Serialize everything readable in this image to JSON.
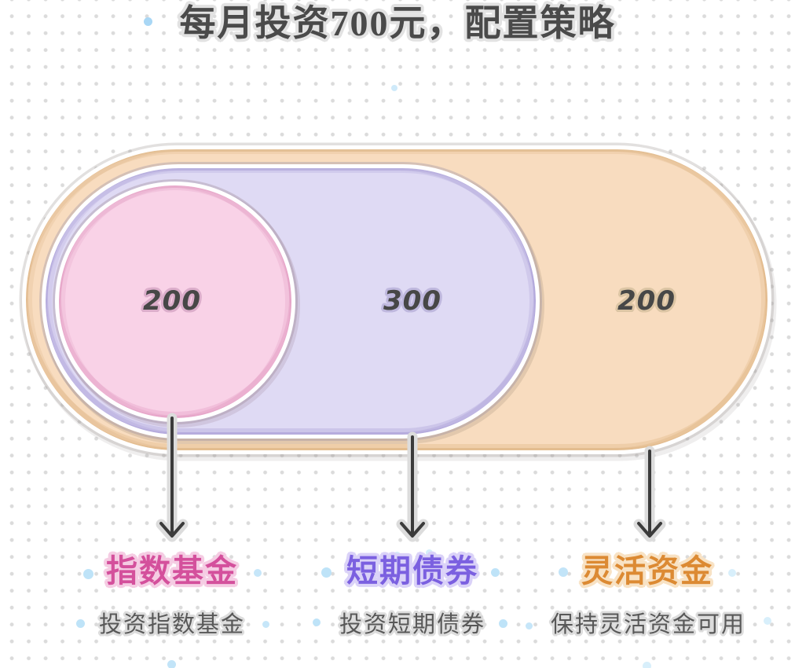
{
  "title": "每月投资700元，配置策略",
  "total_monthly_amount": 700,
  "regions": [
    {
      "id": "index-funds",
      "amount": "200",
      "category": "指数基金",
      "description": "投资指数基金",
      "fill": "#F9D2E7",
      "accent": "#D4509C"
    },
    {
      "id": "short-term-bonds",
      "amount": "300",
      "category": "短期债券",
      "description": "投资短期债券",
      "fill": "#DFDAF4",
      "accent": "#7B60E0"
    },
    {
      "id": "flexible-funds",
      "amount": "200",
      "category": "灵活资金",
      "description": "保持灵活资金可用",
      "fill": "#F8DCBF",
      "accent": "#DC8A33"
    }
  ],
  "chart_data": {
    "type": "nested_euler_diagram",
    "title": "每月投资700元，配置策略",
    "total": 700,
    "segments": [
      {
        "label": "指数基金",
        "value": 200,
        "note": "投资指数基金"
      },
      {
        "label": "短期债券",
        "value": 300,
        "note": "投资短期债券"
      },
      {
        "label": "灵活资金",
        "value": 200,
        "note": "保持灵活资金可用"
      }
    ],
    "legend_position": "bottom",
    "grid": "dotted-background"
  },
  "colors": {
    "background": "#FFFFFF",
    "grid_dot": "#DBDBDB",
    "title_text": "#4A4A4A",
    "amount_text": "#474747",
    "description_text": "#585858",
    "arrow": "#3B3B3B",
    "halo_gray": "#E2E2E2",
    "confetti_blue": "#A9D3F2",
    "confetti_tan": "#DFD0BC"
  }
}
